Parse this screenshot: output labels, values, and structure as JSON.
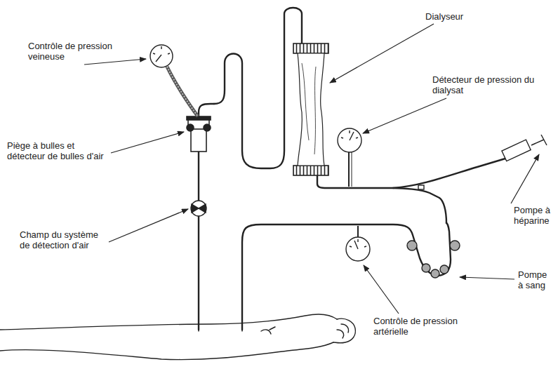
{
  "diagram": {
    "labels": [
      "Dialyseur",
      "Contrôle de pression veineuse",
      "Détecteur de pression du dialysat",
      "Piège à bulles et détecteur de bulles d'air",
      "Pompe à héparine",
      "Champ du système de détection d'air",
      "Pompe à sang",
      "Contrôle de pression artérielle"
    ]
  }
}
